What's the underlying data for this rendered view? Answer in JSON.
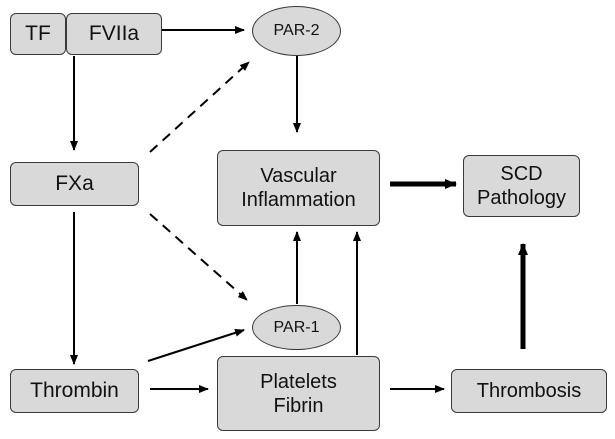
{
  "nodes": {
    "tf": "TF",
    "fviia": "FVIIa",
    "par2": "PAR-2",
    "fxa": "FXa",
    "vascular_inflammation": "Vascular\nInflammation",
    "scd_pathology": "SCD\nPathology",
    "par1": "PAR-1",
    "thrombin": "Thrombin",
    "platelets_fibrin": "Platelets\nFibrin",
    "thrombosis": "Thrombosis"
  },
  "colors": {
    "node_fill": "#d9d9d9",
    "node_border": "#3a3a3a",
    "arrow": "#000000"
  },
  "edges": [
    {
      "from": "fviia",
      "to": "par2",
      "style": "solid"
    },
    {
      "from": "tf_fviia",
      "to": "fxa",
      "style": "solid"
    },
    {
      "from": "fxa",
      "to": "par2",
      "style": "dashed"
    },
    {
      "from": "fxa",
      "to": "par1",
      "style": "dashed"
    },
    {
      "from": "par2",
      "to": "vascular_inflammation",
      "style": "solid"
    },
    {
      "from": "fxa",
      "to": "thrombin",
      "style": "solid"
    },
    {
      "from": "thrombin",
      "to": "par1",
      "style": "solid"
    },
    {
      "from": "thrombin",
      "to": "platelets_fibrin",
      "style": "solid"
    },
    {
      "from": "par1",
      "to": "vascular_inflammation",
      "style": "solid"
    },
    {
      "from": "platelets_fibrin",
      "to": "vascular_inflammation",
      "style": "solid"
    },
    {
      "from": "platelets_fibrin",
      "to": "thrombosis",
      "style": "solid"
    },
    {
      "from": "vascular_inflammation",
      "to": "scd_pathology",
      "style": "bold"
    },
    {
      "from": "thrombosis",
      "to": "scd_pathology",
      "style": "bold"
    }
  ]
}
